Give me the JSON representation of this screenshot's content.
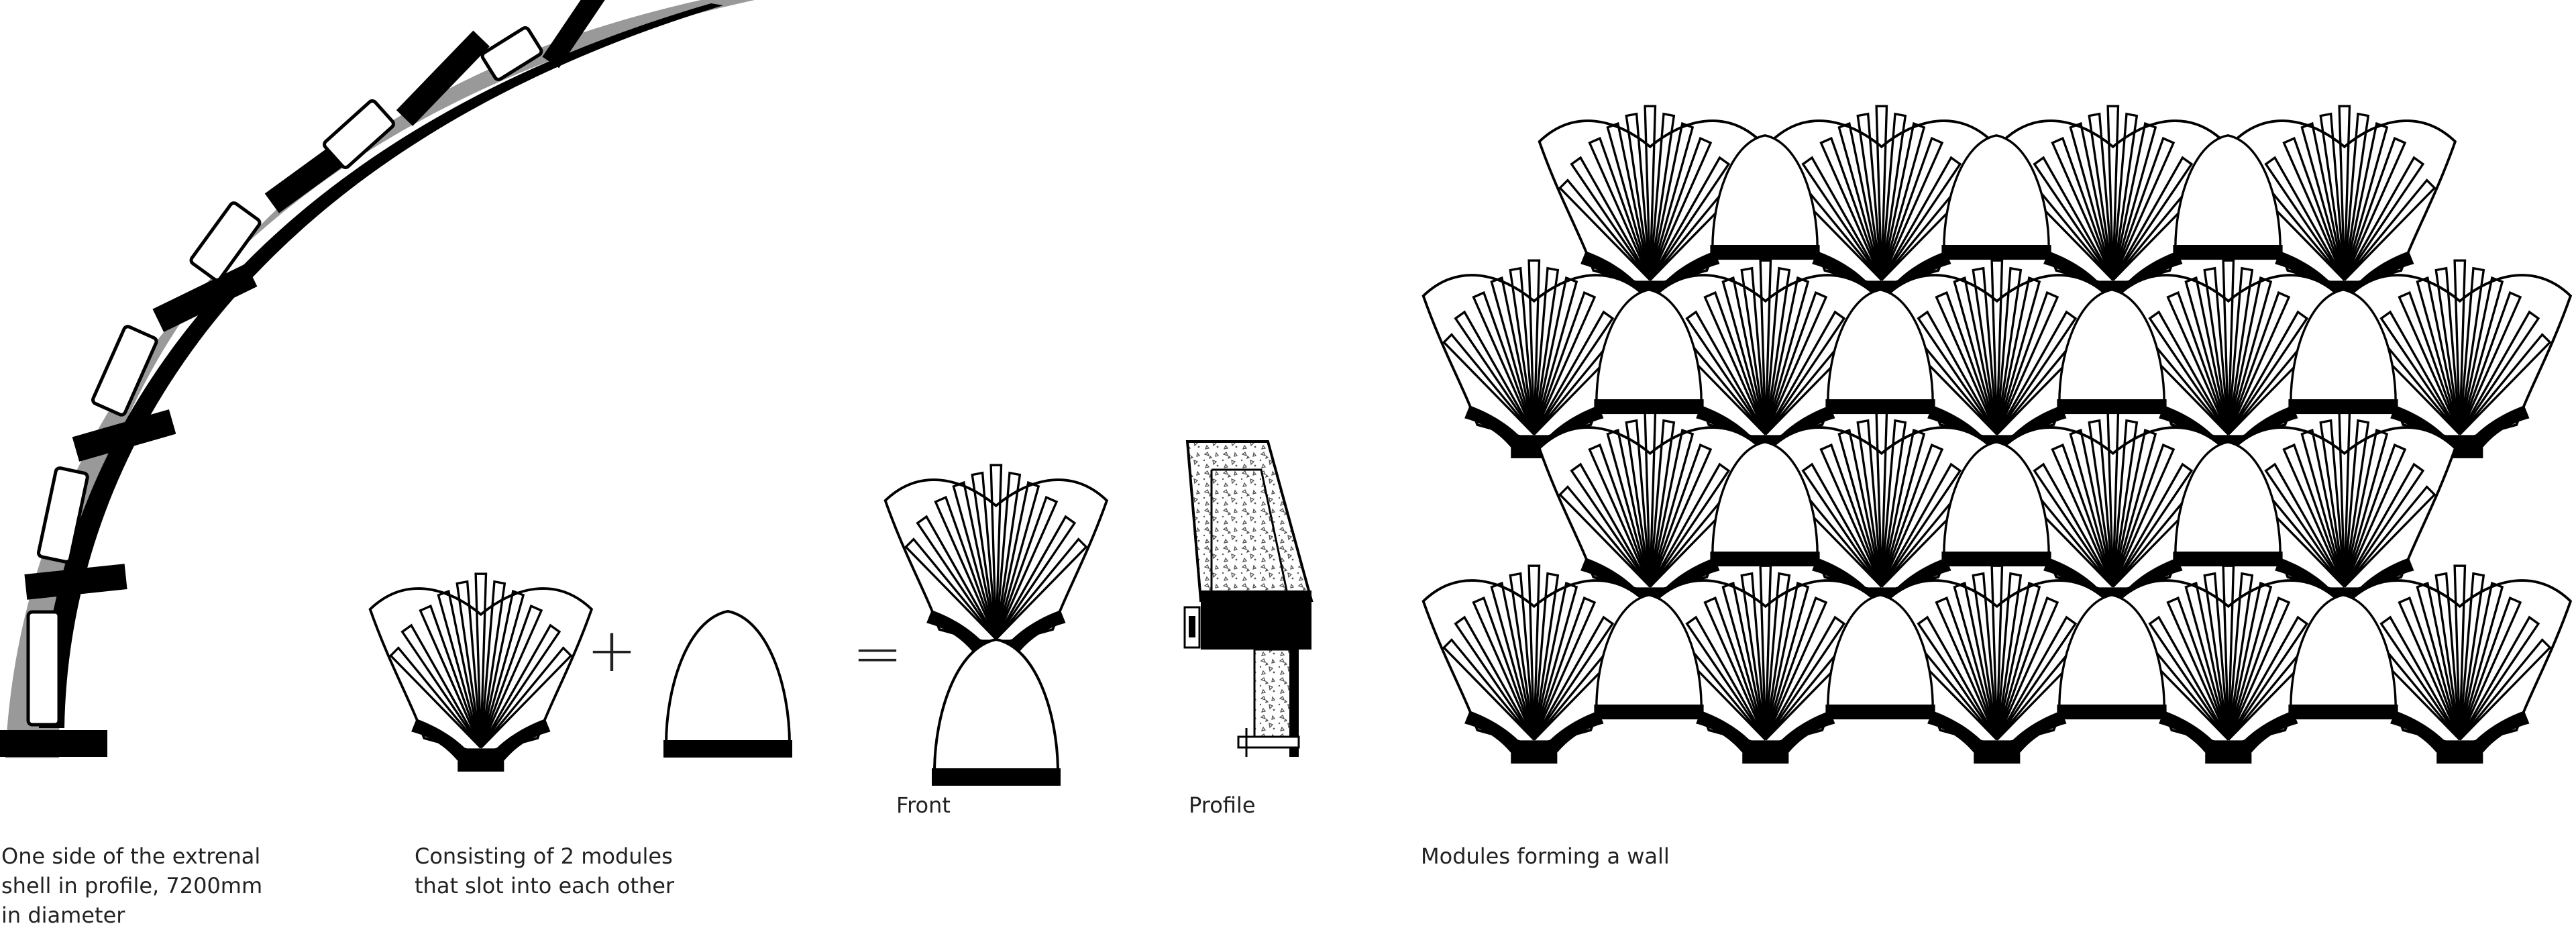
{
  "captions": {
    "shell": "One side of the extrenal\nshell in profile, 7200mm\nin diameter",
    "modules": "Consisting of 2 modules\nthat slot into each other",
    "front": "Front",
    "profile": "Profile",
    "wall": "Modules forming a wall"
  },
  "symbols": {
    "plus": "+",
    "equals": "="
  },
  "colors": {
    "ink": "#000000",
    "shell_fill": "#999999",
    "paper": "#ffffff"
  }
}
